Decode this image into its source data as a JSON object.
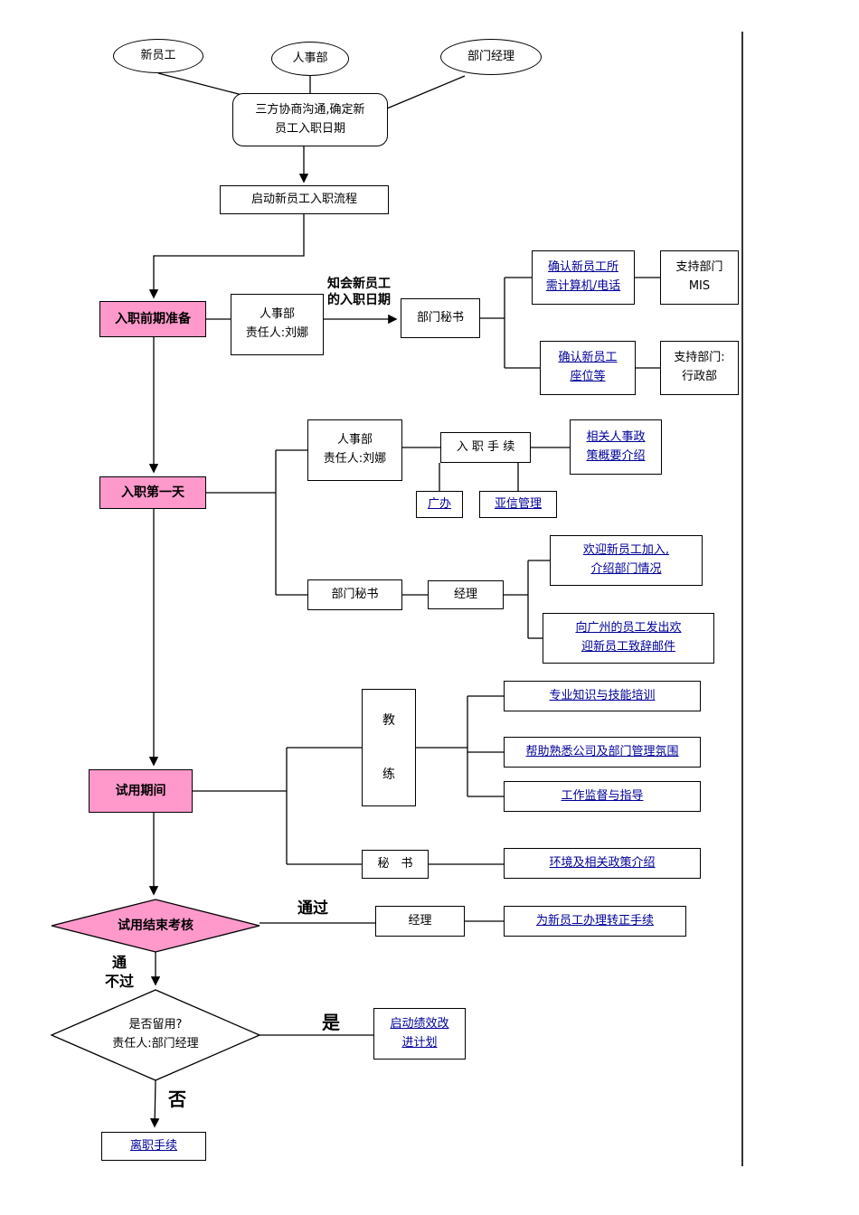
{
  "colors": {
    "highlight": "#FF99CC",
    "link_text": "#000099",
    "line": "#000000"
  },
  "nodes": {
    "new_employee": "新员工",
    "hr_dept": "人事部",
    "dept_manager": "部门经理",
    "negotiate": "三方协商沟通,确定新\n员工入职日期",
    "start_process": "启动新员工入职流程",
    "pre_onboarding": "入职前期准备",
    "hr_owner_1": "人事部\n责任人:刘娜",
    "dept_secretary_1": "部门秘书",
    "confirm_computer": "确认新员工所\n需计算机/电话",
    "support_mis": "支持部门\nMIS",
    "confirm_seat": "确认新员工\n座位等",
    "support_admin": "支持部门:\n行政部",
    "first_day": "入职第一天",
    "hr_owner_2": "人事部\n责任人:刘娜",
    "onboarding_procedure": "入 职 手 续",
    "policy_overview": "相关人事政\n策概要介绍",
    "guangzhou_office": "广办",
    "asiainfo_mgmt": "亚信管理",
    "dept_secretary_2": "部门秘书",
    "manager_1": "经理",
    "welcome_new_employee": "欢迎新员工加入,\n介绍部门情况",
    "welcome_email": "向广州的员工发出欢\n迎新员工致辞邮件",
    "probation": "试用期间",
    "coach": "教\n练",
    "skill_training": "专业知识与技能培训",
    "familiarize": "帮助熟悉公司及部门管理氛围",
    "supervision": "工作监督与指导",
    "secretary": "秘　书",
    "env_policy_intro": "环境及相关政策介绍",
    "probation_review": "试用结束考核",
    "manager_2": "经理",
    "regularization": "为新员工办理转正手续",
    "retain_decision": "是否留用?\n责任人:部门经理",
    "performance_improvement": "启动绩效改\n进计划",
    "resignation": "离职手续"
  },
  "edge_labels": {
    "notify_date": "知会新员工\n的入职日期",
    "pass": "通过",
    "fail": "通\n不过",
    "yes": "是",
    "no": "否"
  }
}
